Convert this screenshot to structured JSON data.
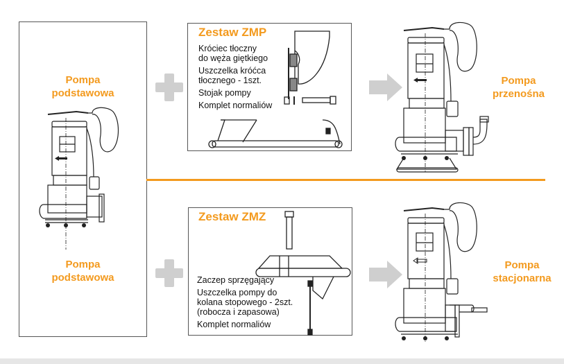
{
  "colors": {
    "accent": "#f39a1e",
    "connector": "#cfcfcf",
    "line": "#222222",
    "band": "#e6e6e6"
  },
  "base_pump": {
    "top_label": [
      "Pompa",
      "podstawowa"
    ],
    "bottom_label": [
      "Pompa",
      "podstawowa"
    ]
  },
  "kits": [
    {
      "title": "Zestaw ZMP",
      "items": [
        "Króciec tłoczny do węża giętkiego",
        "Uszczelka króćca tłocznego - 1szt.",
        "Stojak pompy",
        "Komplet normaliów"
      ],
      "item_lines": [
        [
          "Króciec tłoczny",
          "do węża giętkiego"
        ],
        [
          "Uszczelka króćca",
          "tłocznego - 1szt."
        ],
        [
          "Stojak pompy"
        ],
        [
          "Komplet normaliów"
        ]
      ]
    },
    {
      "title": "Zestaw ZMZ",
      "items": [
        "Zaczep sprzęgający",
        "Uszczelka pompy do kolana stopowego - 2szt. (robocza i zapasowa)",
        "Komplet normaliów"
      ],
      "item_lines": [
        [
          "Zaczep sprzęgający"
        ],
        [
          "Uszczelka pompy do",
          "kolana stopowego - 2szt.",
          "(robocza i zapasowa)"
        ],
        [
          "Komplet normaliów"
        ]
      ]
    }
  ],
  "results": [
    {
      "label": [
        "Pompa",
        "przenośna"
      ]
    },
    {
      "label": [
        "Pompa",
        "stacjonarna"
      ]
    }
  ],
  "connectors": {
    "plus": "plus-icon",
    "arrow": "arrow-right-icon"
  }
}
